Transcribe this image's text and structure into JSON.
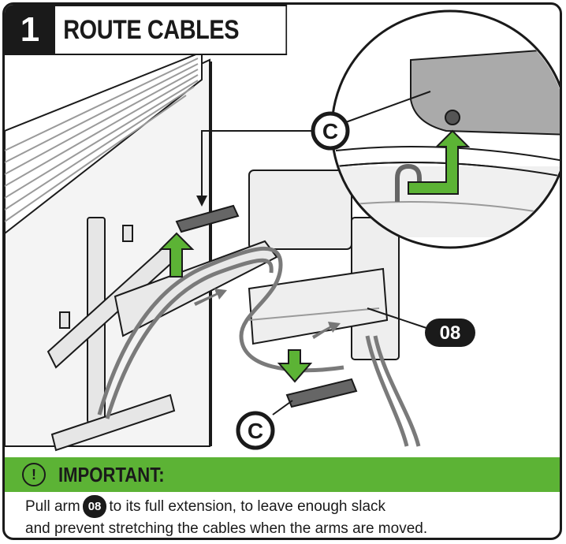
{
  "step": {
    "number": "1",
    "title": "ROUTE CABLES"
  },
  "callouts": {
    "part_c_zoom": "C",
    "part_c_bottom": "C",
    "part_08": "08"
  },
  "important": {
    "icon": "exclamation-circle-icon",
    "label": "IMPORTANT:"
  },
  "note": {
    "pre": "Pull arm",
    "part": "08",
    "post": "to its full extension, to leave enough slack",
    "line2": "and prevent stretching the cables when the arms are moved."
  },
  "colors": {
    "accent_green": "#5cb335",
    "ink": "#1a1a1a",
    "panel_gray": "#e8e8e8"
  }
}
